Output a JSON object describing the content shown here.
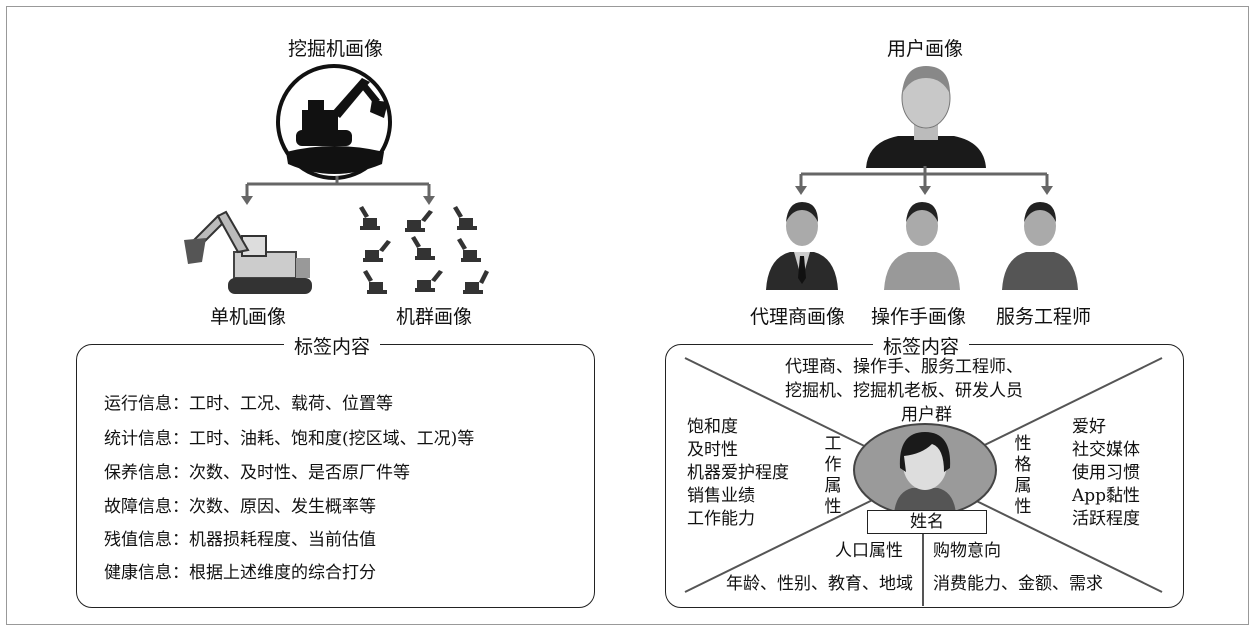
{
  "left": {
    "title": "挖掘机画像",
    "single_caption": "单机画像",
    "group_caption": "机群画像",
    "box_title": "标签内容",
    "rows": [
      {
        "label": "运行信息：",
        "value": "工时、工况、载荷、位置等"
      },
      {
        "label": "统计信息：",
        "value": "工时、油耗、饱和度(挖区域、工况)等"
      },
      {
        "label": "保养信息：",
        "value": "次数、及时性、是否原厂件等"
      },
      {
        "label": "故障信息：",
        "value": "次数、原因、发生概率等"
      },
      {
        "label": "残值信息：",
        "value": "机器损耗程度、当前估值"
      },
      {
        "label": "健康信息：",
        "value": "根据上述维度的综合打分"
      }
    ]
  },
  "right": {
    "title": "用户画像",
    "captions": [
      "代理商画像",
      "操作手画像",
      "服务工程师"
    ],
    "box_title": "标签内容",
    "top_text_1": "代理商、操作手、服务工程师、",
    "top_text_2": "挖掘机、挖掘机老板、研发人员",
    "user_group": "用户群",
    "work_attr": "工作属性",
    "work_items": [
      "饱和度",
      "及时性",
      "机器爱护程度",
      "销售业绩",
      "工作能力"
    ],
    "char_attr": "性格属性",
    "char_items": [
      "爱好",
      "社交媒体",
      "使用习惯",
      "App黏性",
      "活跃程度"
    ],
    "name": "姓名",
    "population_attr": "人口属性",
    "population_items": "年龄、性别、教育、地域",
    "shopping": "购物意向",
    "shopping_items": "消费能力、金额、需求"
  },
  "colors": {
    "line": "#555555",
    "arrow": "#666666",
    "dark": "#1a1a1a",
    "gray": "#8a8a8a"
  }
}
